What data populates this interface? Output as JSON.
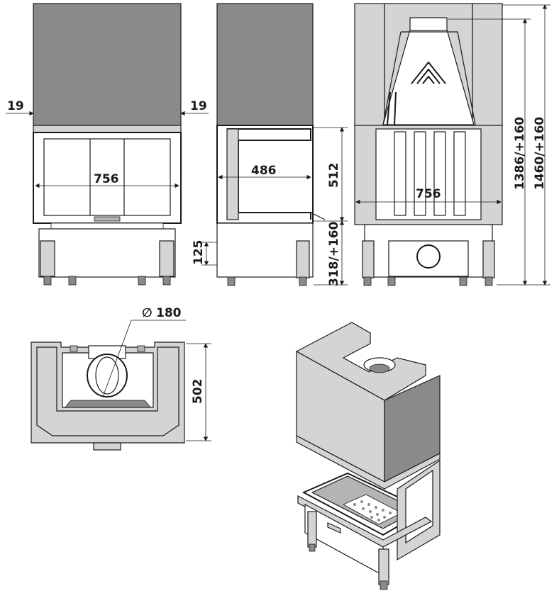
{
  "diagram": {
    "dimensions": {
      "front_width": "756",
      "front_left_offset": "19",
      "front_right_offset": "19",
      "side_depth": "486",
      "side_door_height": "512",
      "leg_height_small": "125",
      "leg_height": "318/+160",
      "back_width": "756",
      "back_height_inner": "1386/+160",
      "back_height_total": "1460/+160",
      "flue_diameter": "180",
      "top_depth": "502"
    },
    "symbols": {
      "diameter": "∅"
    },
    "colors": {
      "line": "#1a1a1a",
      "body_grey": "#8a8a8a",
      "panel_grey": "#d4d4d4"
    }
  }
}
